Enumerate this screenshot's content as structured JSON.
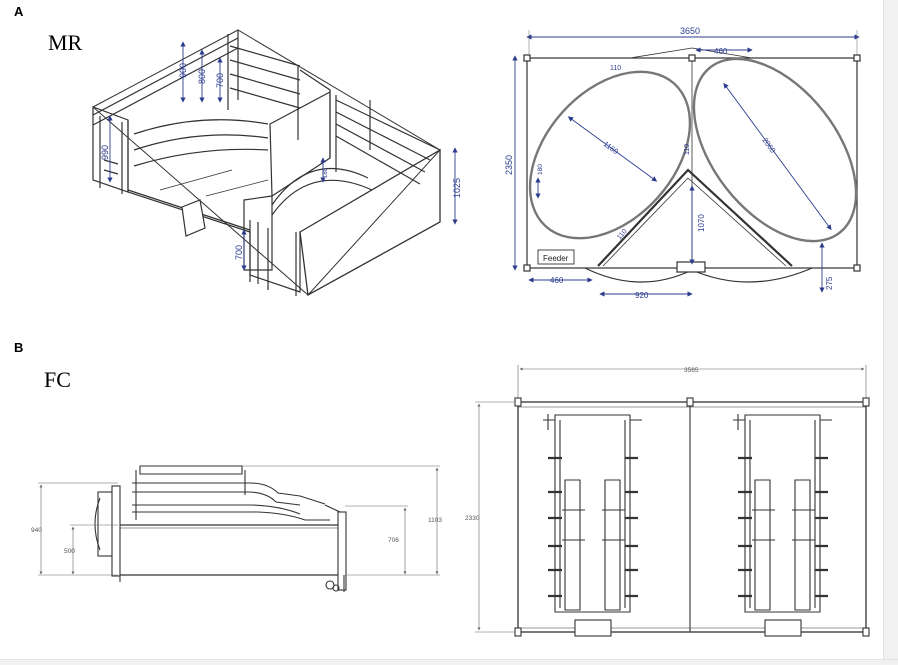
{
  "panels": {
    "a": {
      "letter": "A",
      "title": "MR",
      "left_dims": [
        "900",
        "800",
        "700",
        "990",
        "1025",
        "700",
        "180"
      ],
      "plan": {
        "width": "3650",
        "height": "2350",
        "dim_460_top": "460",
        "dim_110_top": "110",
        "dim_1160": "1160",
        "dim_2060": "2060",
        "dim_110_mid": "110",
        "dim_180_left": "180",
        "dim_1070": "1070",
        "dim_110_bottom": "110",
        "feeder": "Feeder",
        "dim_460_bottom": "460",
        "dim_920": "920",
        "dim_275": "275"
      }
    },
    "b": {
      "letter": "B",
      "title": "FC",
      "side": {
        "h940": "940",
        "h500": "500",
        "h706": "706",
        "h1103": "1103"
      },
      "plan": {
        "width": "3565",
        "height": "2330"
      }
    }
  },
  "colors": {
    "dimension_blue": "#2c3d8f",
    "line": "#333333",
    "dimension_grey": "#555555"
  }
}
